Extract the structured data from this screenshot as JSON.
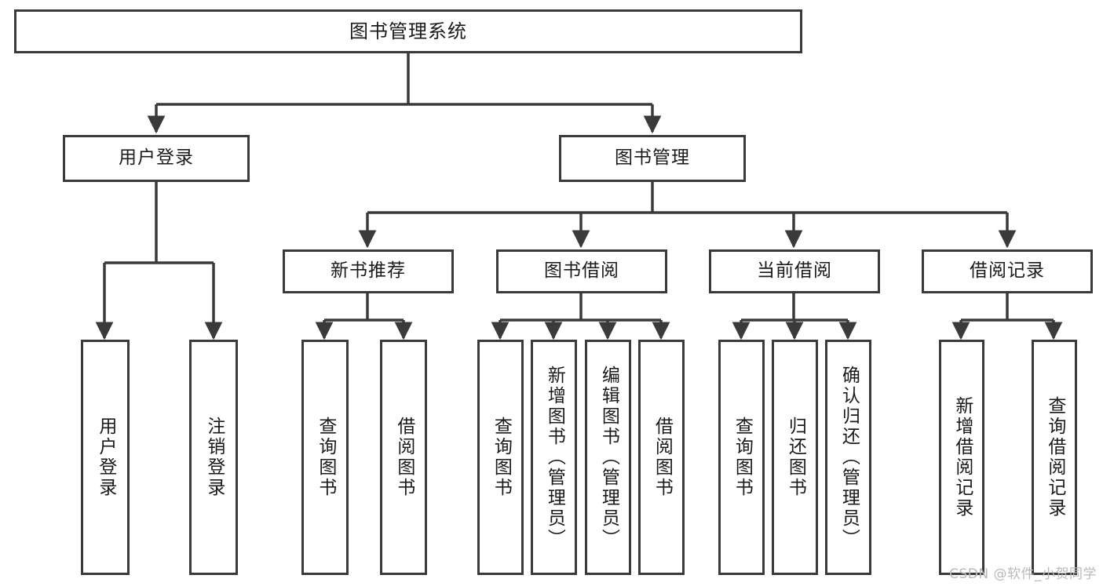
{
  "diagram": {
    "title": "图书管理系统",
    "type": "tree-hierarchy-chart",
    "watermark": "CSDN @软件_小贺同学",
    "colors": {
      "stroke": "#3a3a3a",
      "fill": "#ffffff",
      "text": "#1a1a1a",
      "watermark": "#b9b9b9"
    },
    "nodes": {
      "root": {
        "label": "图书管理系统"
      },
      "level1": [
        {
          "id": "user-login",
          "label": "用户登录"
        },
        {
          "id": "book-manage",
          "label": "图书管理"
        }
      ],
      "level2": [
        {
          "id": "new-book-recommend",
          "label": "新书推荐"
        },
        {
          "id": "book-borrow",
          "label": "图书借阅"
        },
        {
          "id": "current-borrow",
          "label": "当前借阅"
        },
        {
          "id": "borrow-record",
          "label": "借阅记录"
        }
      ],
      "leaves": {
        "user-login": [
          {
            "id": "leaf-user-login",
            "label": "用户登录"
          },
          {
            "id": "leaf-logout",
            "label": "注销登录"
          }
        ],
        "new-book-recommend": [
          {
            "id": "leaf-query-book-1",
            "label": "查询图书"
          },
          {
            "id": "leaf-borrow-book-1",
            "label": "借阅图书"
          }
        ],
        "book-borrow": [
          {
            "id": "leaf-query-book-2",
            "label": "查询图书"
          },
          {
            "id": "leaf-add-book",
            "label": "新增图书（管理员）"
          },
          {
            "id": "leaf-edit-book",
            "label": "编辑图书（管理员）"
          },
          {
            "id": "leaf-borrow-book-2",
            "label": "借阅图书"
          }
        ],
        "current-borrow": [
          {
            "id": "leaf-query-book-3",
            "label": "查询图书"
          },
          {
            "id": "leaf-return-book",
            "label": "归还图书"
          },
          {
            "id": "leaf-confirm-return",
            "label": "确认归还（管理员）"
          }
        ],
        "borrow-record": [
          {
            "id": "leaf-add-record",
            "label": "新增借阅记录"
          },
          {
            "id": "leaf-query-record",
            "label": "查询借阅记录"
          }
        ]
      }
    }
  }
}
